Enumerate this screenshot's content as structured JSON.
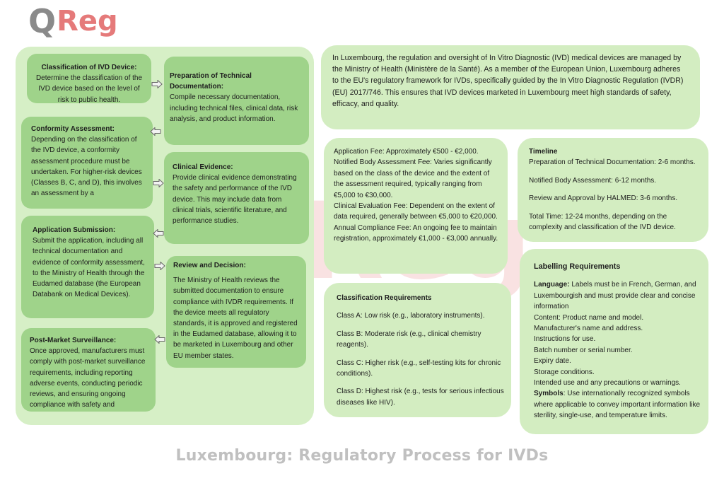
{
  "logo": {
    "q": "Q",
    "reg": "Reg"
  },
  "watermark": {
    "q": "Q",
    "reg": "Reg"
  },
  "process": {
    "classification": {
      "title": "Classification of IVD Device:",
      "body": "Determine the classification of the IVD device based on the level of risk to public health."
    },
    "preparation": {
      "title": "Preparation of Technical Documentation:",
      "body": "Compile necessary documentation, including technical files, clinical data, risk analysis, and product information."
    },
    "conformity": {
      "title": "Conformity Assessment:",
      "body": "Depending on the classification of the IVD device, a conformity assessment procedure must be undertaken. For higher-risk devices (Classes B, C, and D), this involves an assessment by a"
    },
    "clinical": {
      "title": "Clinical Evidence:",
      "body": "Provide clinical evidence demonstrating the safety and performance of the IVD device. This may include data from clinical trials, scientific literature, and performance studies."
    },
    "application": {
      "title": "Application Submission:",
      "body": "Submit the application, including all technical documentation and evidence of conformity assessment, to the Ministry of Health through the Eudamed database (the European Databank on Medical Devices)."
    },
    "review": {
      "title": "Review and Decision:",
      "body": "The Ministry of Health reviews the submitted documentation to ensure compliance with IVDR requirements. If the device meets all regulatory standards, it is approved and registered in the Eudamed database, allowing it to be marketed in Luxembourg and other EU member states."
    },
    "postmarket": {
      "title": "Post-Market Surveillance:",
      "body": "Once approved, manufacturers must comply with post-market surveillance requirements, including reporting adverse events, conducting periodic reviews, and ensuring ongoing compliance with safety and"
    }
  },
  "intro": "In Luxembourg, the regulation and oversight of In Vitro Diagnostic (IVD) medical devices are managed by the Ministry of Health (Ministère de la Santé). As a member of the European Union, Luxembourg adheres to the EU's regulatory framework for IVDs, specifically guided by the In Vitro Diagnostic Regulation (IVDR) (EU) 2017/746. This ensures that IVD devices marketed in Luxembourg meet high standards of safety, efficacy, and quality.",
  "fees": {
    "application": "Application Fee: Approximately €500 - €2,000.",
    "notified": "Notified Body Assessment Fee: Varies significantly based on the class of the device and the extent of the assessment required, typically ranging from €5,000 to €30,000.",
    "clinical": "Clinical Evaluation Fee: Dependent on the extent of data required, generally between €5,000 to €20,000.",
    "annual": "Annual Compliance Fee: An ongoing fee to maintain registration, approximately €1,000 - €3,000 annually."
  },
  "timeline": {
    "title": "Timeline",
    "items": [
      "Preparation of Technical Documentation: 2-6 months.",
      "Notified Body Assessment: 6-12 months.",
      "Review and Approval by HALMED: 3-6 months.",
      "Total Time: 12-24 months, depending on the complexity and classification of the IVD device."
    ]
  },
  "classification_req": {
    "title": "Classification Requirements",
    "items": [
      "Class A: Low risk (e.g., laboratory instruments).",
      "Class B: Moderate risk (e.g., clinical chemistry reagents).",
      "Class C: Higher risk (e.g., self-testing kits for chronic conditions).",
      "Class D: Highest risk (e.g., tests for serious infectious diseases like HIV)."
    ]
  },
  "labelling": {
    "title": "Labelling Requirements",
    "language_label": "Language:",
    "language_text": " Labels must be in French, German, and Luxembourgish and must provide clear and concise information",
    "items": [
      "Content: Product name and model.",
      "Manufacturer's name and address.",
      "Instructions for use.",
      "Batch number or serial number.",
      "Expiry date.",
      "Storage conditions.",
      "Intended use and any precautions or warnings."
    ],
    "symbols_label": "Symbols",
    "symbols_text": ": Use internationally recognized symbols where applicable to convey important information like sterility, single-use, and temperature limits."
  },
  "footer": "Luxembourg: Regulatory Process for IVDs",
  "colors": {
    "panel": "#d3edc1",
    "box": "#9fd38a",
    "logo_q": "#8a8a8a",
    "logo_reg": "#e57a7a"
  }
}
